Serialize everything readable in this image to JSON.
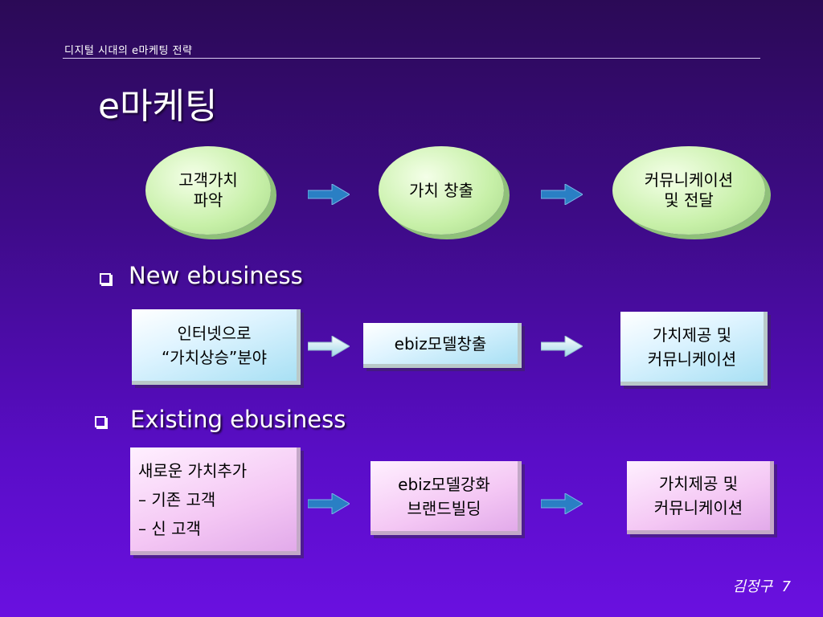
{
  "header": {
    "text": "디지털 시대의 e마케팅 전략"
  },
  "title": "e마케팅",
  "process_ovals": [
    {
      "lines": [
        "고객가치",
        "파악"
      ]
    },
    {
      "lines": [
        "가치 창출"
      ]
    },
    {
      "lines": [
        "커뮤니케이션",
        "및 전달"
      ]
    }
  ],
  "sections": [
    {
      "label": "New ebusiness",
      "boxes": [
        {
          "lines": [
            "인터넷으로",
            "“가치상승”분야"
          ]
        },
        {
          "lines": [
            "ebiz모델창출"
          ]
        },
        {
          "lines": [
            "가치제공 및",
            "커뮤니케이션"
          ]
        }
      ]
    },
    {
      "label": "Existing ebusiness",
      "boxes": [
        {
          "lines": [
            "새로운 가치추가",
            "– 기존 고객",
            "– 신 고객"
          ]
        },
        {
          "lines": [
            "ebiz모델강화",
            "브랜드빌딩"
          ]
        },
        {
          "lines": [
            "가치제공 및",
            "커뮤니케이션"
          ]
        }
      ]
    }
  ],
  "footer": {
    "author": "김정구",
    "page": "7"
  },
  "colors": {
    "arrow_blue": "#2a7fc4",
    "arrow_light": "#d8f0ff",
    "oval_green": "#c7f0a8",
    "box_cyan": "#a8e0f4",
    "box_pink": "#f4c7f4"
  }
}
